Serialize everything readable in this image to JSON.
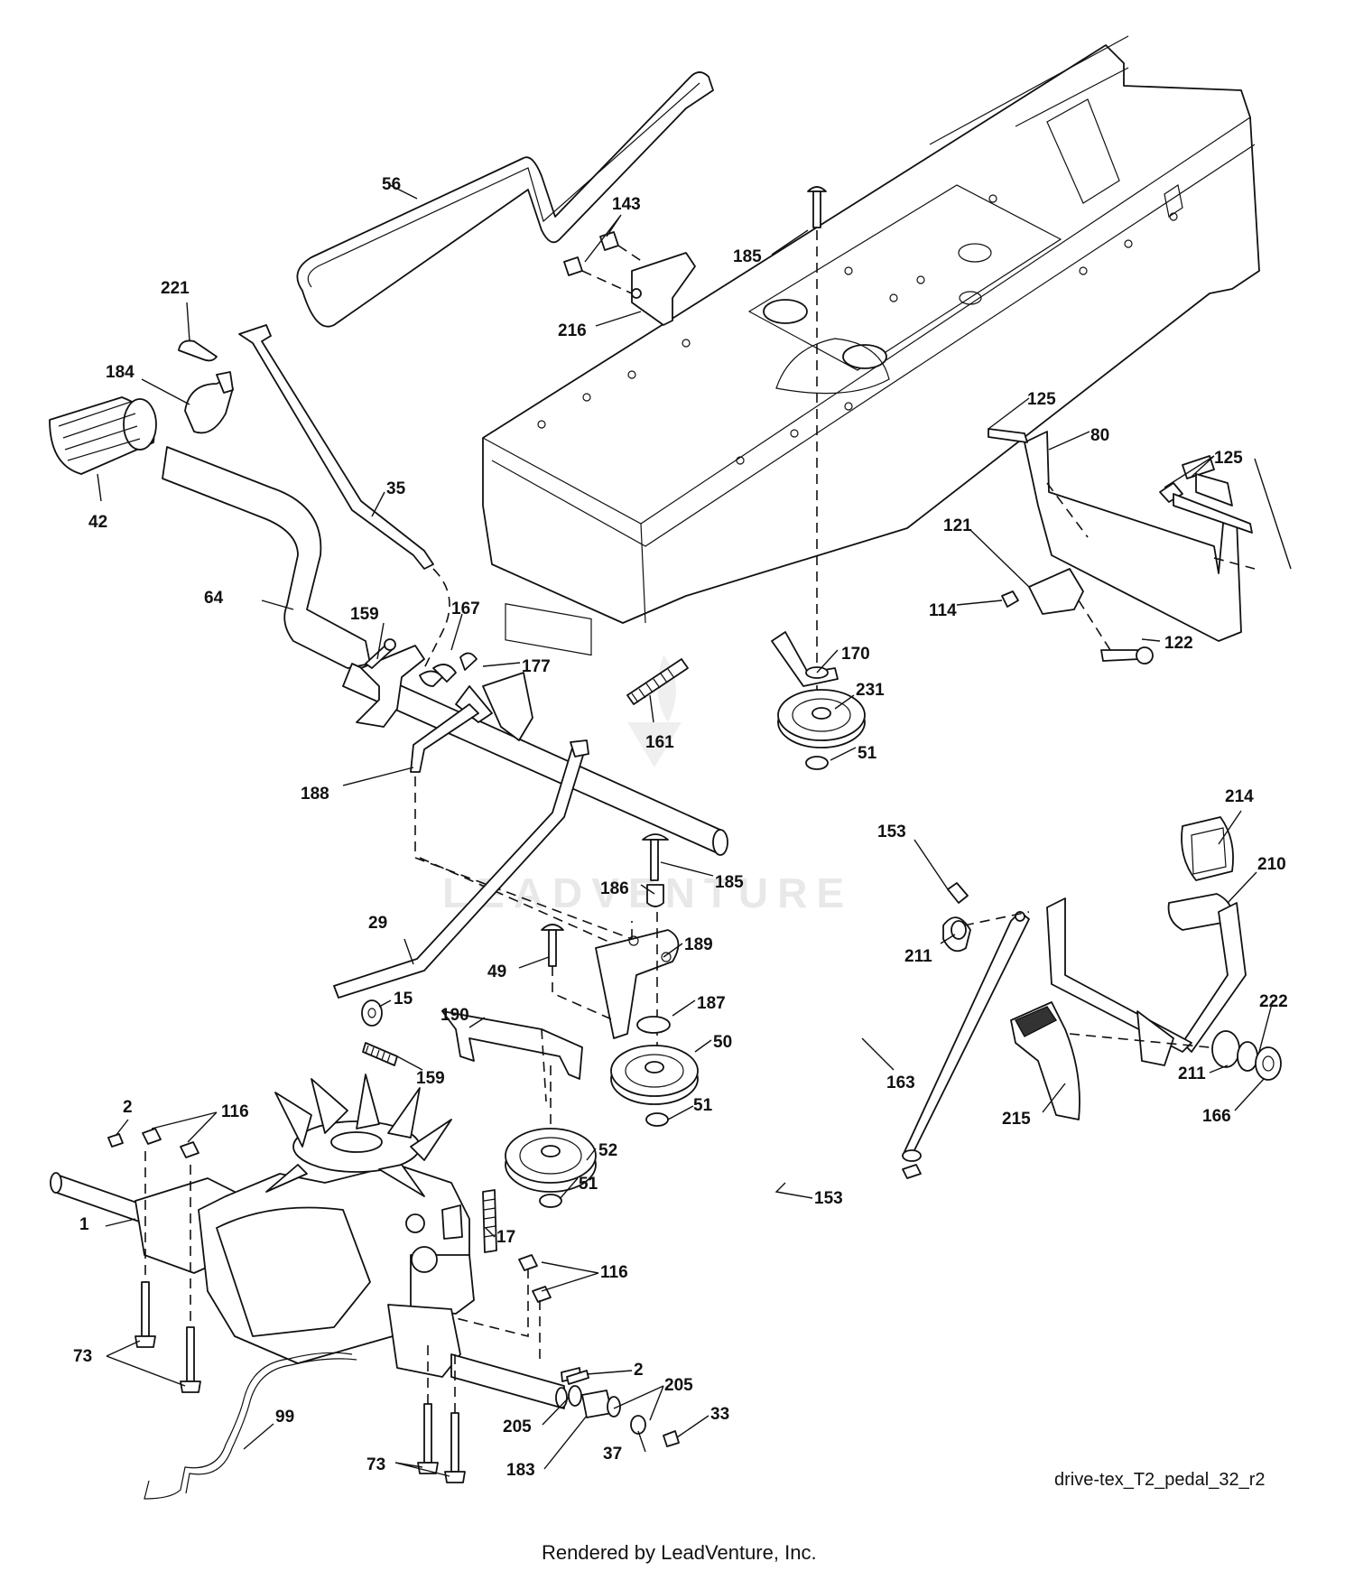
{
  "diagram": {
    "part_labels": [
      "56",
      "143",
      "221",
      "185",
      "184",
      "216",
      "42",
      "35",
      "125",
      "80",
      "125",
      "64",
      "121",
      "114",
      "122",
      "159",
      "167",
      "177",
      "170",
      "231",
      "161",
      "51",
      "188",
      "214",
      "153",
      "210",
      "186",
      "185",
      "29",
      "189",
      "211",
      "49",
      "187",
      "15",
      "190",
      "50",
      "222",
      "159",
      "163",
      "211",
      "166",
      "2",
      "116",
      "51",
      "215",
      "52",
      "51",
      "1",
      "17",
      "116",
      "153",
      "73",
      "2",
      "99",
      "205",
      "33",
      "205",
      "183",
      "37",
      "73"
    ],
    "drawing_id": "drive-tex_T2_pedal_32_r2",
    "watermark": "LEADVENTURE",
    "footer": "Rendered by LeadVenture, Inc."
  }
}
